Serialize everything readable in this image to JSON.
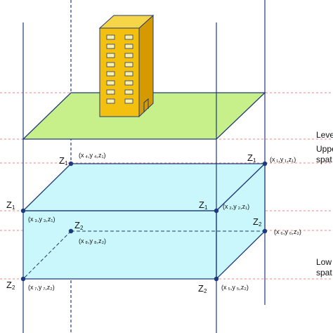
{
  "colors": {
    "axis": "#1f3a7a",
    "box_fill": "#c9f7fb",
    "box_stroke": "#1f3a7a",
    "ground_fill": "#c8f08a",
    "ground_stroke": "#1f3a7a",
    "level_line": "#e38c8c",
    "building_fill": "#f3c010",
    "building_side": "#d49a00",
    "building_window": "#fdf0a6"
  },
  "icons": {
    "building": "office-building-icon"
  },
  "labels": {
    "top_z": {
      "main": "Z",
      "sub": "1"
    },
    "bottom_z": {
      "main": "Z",
      "sub": "2"
    },
    "coords": {
      "p1": "(x ₁,y ₁,z₁)",
      "p2": "(x ₂,y ₂,z₁)",
      "p3": "(x ₃,y ₃,z₁)",
      "p4": "(x ₄,y ₄,z₁)",
      "p5": "(x ₅,y ₅,z₂)",
      "p6": "(x ₆,y ₆,z₂)",
      "p7": "(x ₇,y ₇,z₂)",
      "p8": "(x ₈,y ₈,z₂)"
    },
    "side_level": "Leve",
    "side_upper_1": "Uppe",
    "side_upper_2": "spat",
    "side_lower_1": "Low",
    "side_lower_2": "spat"
  }
}
